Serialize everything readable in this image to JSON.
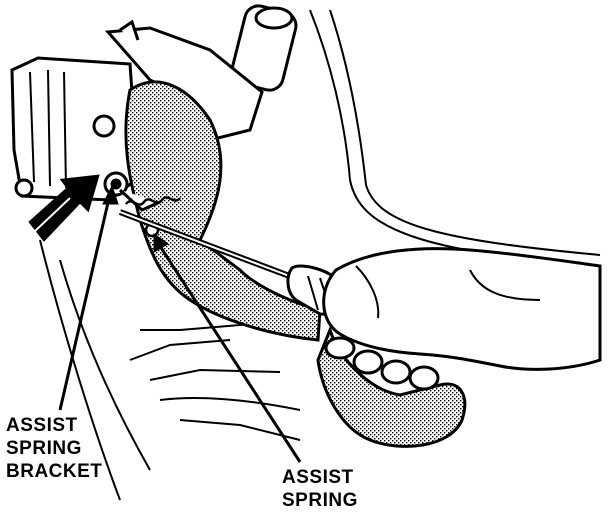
{
  "figure": {
    "labels": {
      "assist_spring_bracket": [
        "ASSIST",
        "SPRING",
        "BRACKET"
      ],
      "assist_spring": [
        "ASSIST",
        "SPRING"
      ]
    },
    "ink_color": "#000000",
    "shade_color": "#8a8a8a",
    "paper_color": "#ffffff"
  }
}
